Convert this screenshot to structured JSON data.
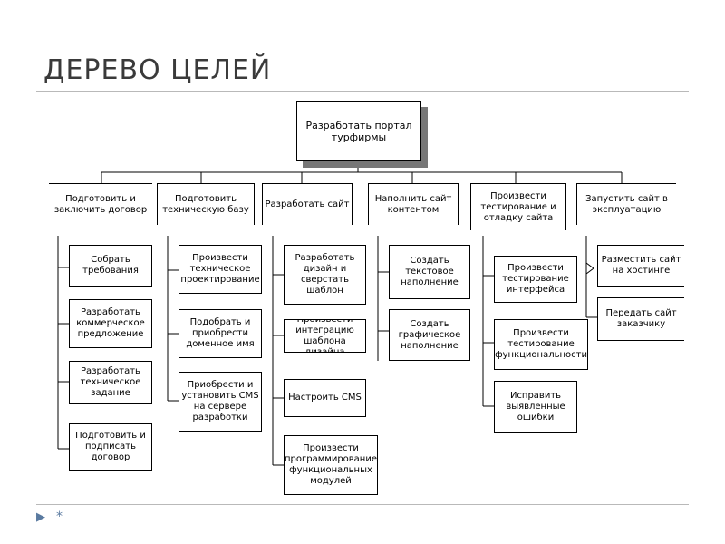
{
  "title": "ДЕРЕВО ЦЕЛЕЙ",
  "footer": {
    "marker": "▶",
    "page": "*"
  },
  "root": "Разработать портал турфирмы",
  "branches": [
    {
      "label": "Подготовить и заключить договор",
      "children": [
        "Собрать требования",
        "Разработать коммерческое предложение",
        "Разработать техническое задание",
        "Подготовить и подписать договор"
      ]
    },
    {
      "label": "Подготовить техническую базу",
      "children": [
        "Произвести техническое проектирование",
        "Подобрать и приобрести доменное имя",
        "Приобрести и установить CMS на сервере разработки"
      ]
    },
    {
      "label": "Разработать сайт",
      "children": [
        "Разработать дизайн и сверстать шаблон",
        "Произвести интеграцию шаблона дизайна",
        "Настроить CMS",
        "Произвести программирование функциональных модулей"
      ]
    },
    {
      "label": "Наполнить сайт контентом",
      "children": [
        "Создать текстовое наполнение",
        "Создать графическое наполнение"
      ]
    },
    {
      "label": "Произвести тестирование и отладку сайта",
      "children": [
        "Произвести тестирование интерфейса",
        "Произвести тестирование функциональности",
        "Исправить выявленные ошибки"
      ]
    },
    {
      "label": "Запустить сайт в эксплуатацию",
      "children": [
        "Разместить сайт на хостинге",
        "Передать сайт заказчику"
      ]
    }
  ]
}
